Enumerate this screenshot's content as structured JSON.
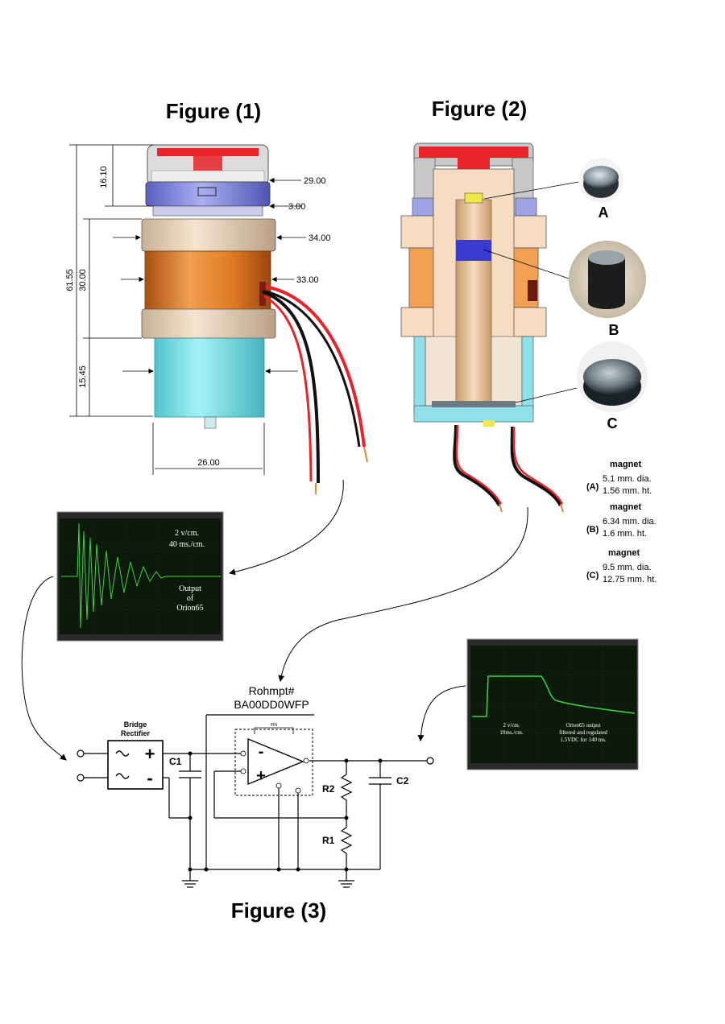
{
  "figure1": {
    "title": "Figure (1)",
    "dims": {
      "top_height": "16.10",
      "overall_height": "61.55",
      "coil_height": "30.00",
      "bottom_height": "15.45",
      "cap_dia": "29.00",
      "cap_ring": "3.00",
      "flange_dia": "34.00",
      "coil_dia": "33.00",
      "base_dia": "26.00"
    }
  },
  "figure2": {
    "title": "Figure (2)",
    "magnets": [
      {
        "letter": "A",
        "tag": "(A)",
        "heading": "magnet",
        "dia": "5.1 mm. dia.",
        "ht": "1.56 mm. ht."
      },
      {
        "letter": "B",
        "tag": "(B)",
        "heading": "magnet",
        "dia": "6.34 mm. dia.",
        "ht": "1.6 mm. ht."
      },
      {
        "letter": "C",
        "tag": "(C)",
        "heading": "magnet",
        "dia": "9.5 mm. dia.",
        "ht": "12.75 mm. ht."
      }
    ]
  },
  "scope1": {
    "line1": "2 v/cm.",
    "line2": "40 ms./cm.",
    "caption1": "Output",
    "caption2": "of",
    "caption3": "Orion65",
    "trace_color": "#3fd23f"
  },
  "scope2": {
    "left1": "2 v/cm.",
    "left2": "10ms./cm.",
    "right1": "Orion65 output",
    "right2": "filtered and regulated",
    "right3": "1.5VDC for 140 ms.",
    "trace_color": "#3fd23f"
  },
  "figure3": {
    "title": "Figure (3)",
    "part_label": "Rohmpt#",
    "part_number": "BA00DD0WFP",
    "bridge_line1": "Bridge",
    "bridge_line2": "Rectifier",
    "c1": "C1",
    "c2": "C2",
    "r1": "R1",
    "r2": "R2",
    "pin_label": "FIN",
    "plus": "+",
    "minus": "-"
  },
  "colors": {
    "red": "#e8232a",
    "cap_grey": "#d9d9d9",
    "blue": "#7b7fd6",
    "tan": "#f3d4b0",
    "copper": "#e8892b",
    "cyan": "#7fe0e6",
    "scope_bg": "#0c1a0c"
  }
}
